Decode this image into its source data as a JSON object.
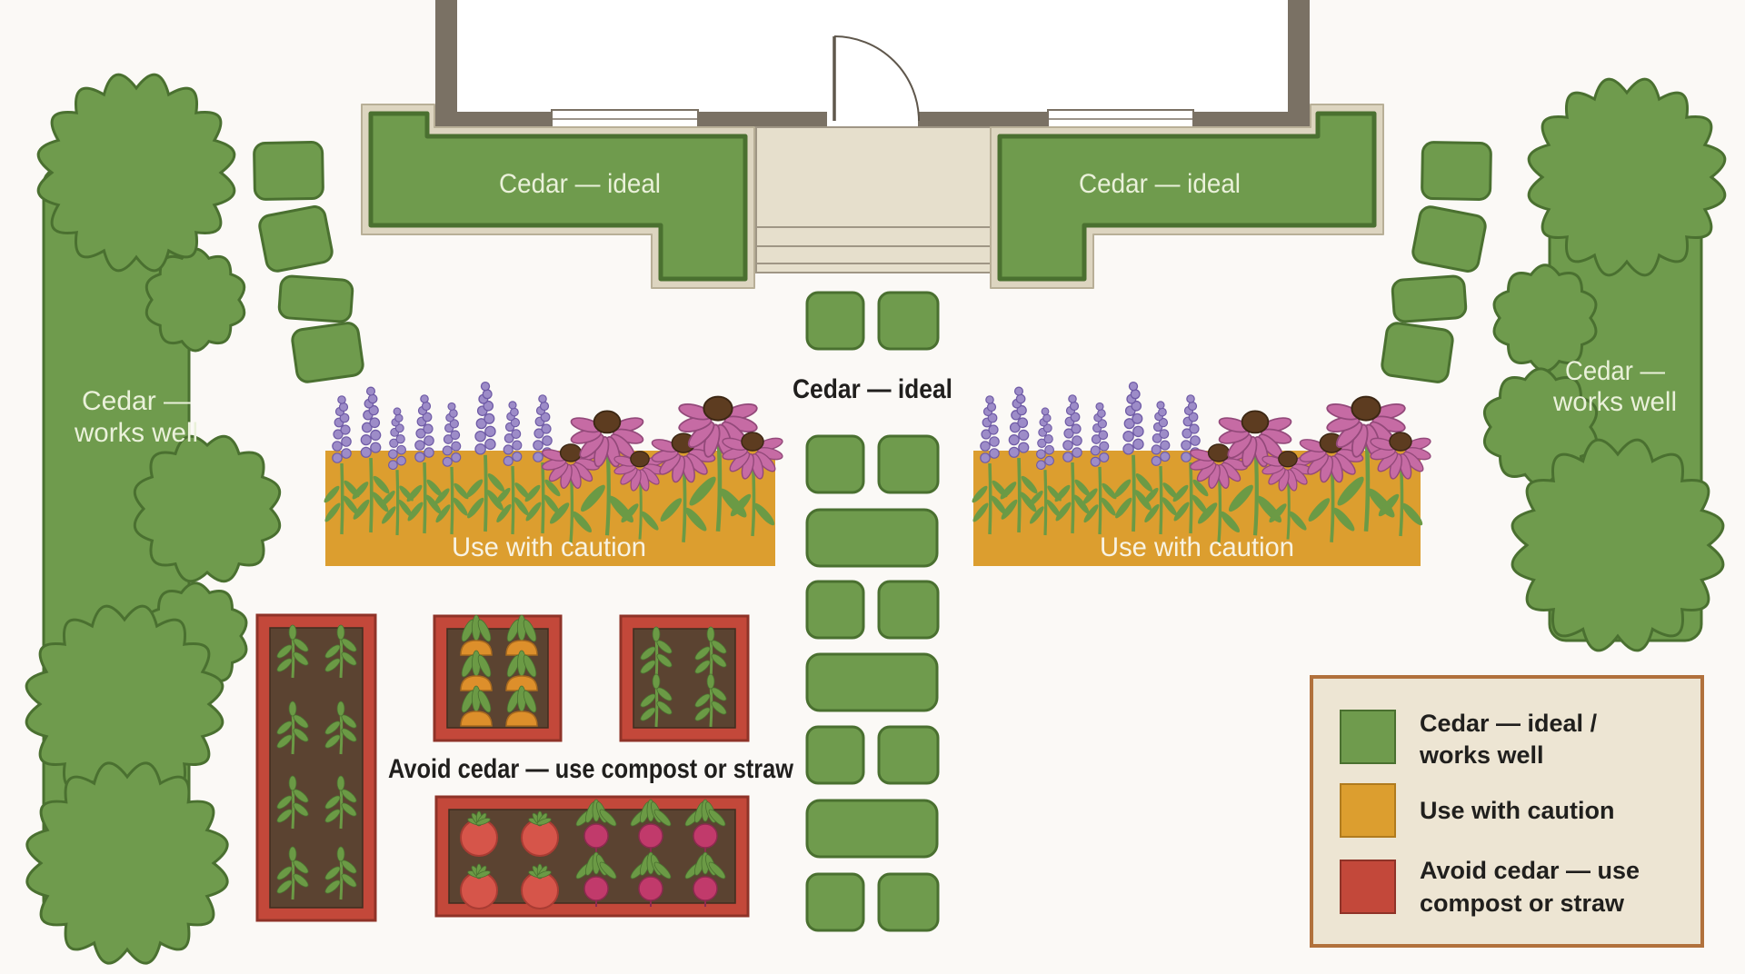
{
  "palette": {
    "bg": "#fbf9f6",
    "house-wall": "#7a7164",
    "house-interior": "#ffffff",
    "door-stroke": "#5f574c",
    "porch": "#e6dfcc",
    "porch-line": "#9f9685",
    "frame-beige": "#ddd5c0",
    "frame-edge": "#b8af97",
    "green": "#6f9b4d",
    "green-dark": "#4a7030",
    "green-text": "#eaf1da",
    "orange": "#dc9e2f",
    "orange-text": "#f8f3e3",
    "red": "#c3483a",
    "red-dark": "#8f3328",
    "soil": "#5b4331",
    "black-text": "#201f1d",
    "legend-bg": "#ede5d3",
    "legend-border": "#b1713c",
    "lavender": "#9d8cc8",
    "lavender-dark": "#6f5ba6",
    "pink": "#c66ba4",
    "pink-dark": "#93497a",
    "cone-brown": "#5d3c20",
    "tomato": "#d6554a",
    "tomato-dark": "#a93c33",
    "radish": "#c13a6b",
    "radish-dark": "#8d2950",
    "carrot": "#dd8f2b",
    "carrot-dark": "#a86a1e",
    "leaf": "#6b9a45"
  },
  "zones": {
    "foundation_left": {
      "label": "Cedar — ideal"
    },
    "foundation_right": {
      "label": "Cedar — ideal"
    },
    "path": {
      "label": "Cedar — ideal"
    },
    "hedge_left": {
      "line1": "Cedar —",
      "line2": "works well"
    },
    "hedge_right": {
      "line1": "Cedar —",
      "line2": "works well"
    },
    "flower_left": {
      "label": "Use with caution"
    },
    "flower_right": {
      "label": "Use with caution"
    },
    "vegetables": {
      "label": "Avoid cedar — use compost or straw"
    }
  },
  "legend": {
    "items": [
      {
        "color": "#6f9b4d",
        "line1": "Cedar — ideal /",
        "line2": "works well"
      },
      {
        "color": "#dc9e2f",
        "line1": "Use with caution",
        "line2": ""
      },
      {
        "color": "#c3483a",
        "line1": "Avoid cedar — use",
        "line2": "compost or straw"
      }
    ]
  }
}
